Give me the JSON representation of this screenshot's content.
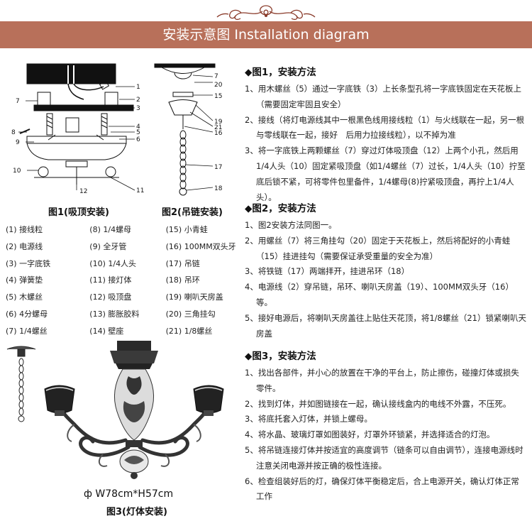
{
  "header": {
    "title": "安装示意图 Installation diagram"
  },
  "figure1": {
    "caption": "图1(吸顶安装)",
    "callouts": [
      "7",
      "1",
      "2",
      "3",
      "8",
      "4",
      "5",
      "9",
      "6",
      "10",
      "12",
      "11"
    ]
  },
  "figure2": {
    "caption": "图2(吊链安装)",
    "callouts": [
      "7",
      "20",
      "15",
      "19",
      "21",
      "16",
      "17",
      "18"
    ]
  },
  "parts_list": [
    [
      "(1) 接线粒",
      "(8) 1/4螺母",
      "(15) 小青蛙"
    ],
    [
      "(2) 电源线",
      "(9) 全牙管",
      "(16) 100MM双头牙"
    ],
    [
      "(3) 一字底铁",
      "(10) 1/4人头",
      "(17) 吊链"
    ],
    [
      "(4) 弹簧垫",
      "(11) 接灯体",
      "(18) 吊环"
    ],
    [
      "(5) 木螺丝",
      "(12) 吸顶盘",
      "(19) 喇叭天房盖"
    ],
    [
      "(6) 4分螺母",
      "(13) 膨胀胶料",
      "(20) 三角挂勾"
    ],
    [
      "(7) 1/4螺丝",
      "(14) 壁座",
      "(21) 1/8螺丝"
    ]
  ],
  "section1": {
    "title": "◆图1，安装方法",
    "steps": [
      "1、用木螺丝（5）通过一字底铁（3）上长条型孔将一字底铁固定在天花板上（需要固定牢固且安全）",
      "2、接线（将灯电源线其中一根黑色线用接线粒（1）与火线联在一起，另一根与零线联在一起，接好　后用力拉接线粒），以不掉为准",
      "3、将一字底铁上两颗螺丝（7）穿过灯体吸顶盘（12）上两个小孔，然后用1/4人头（10）固定紧吸顶盘（如1/4螺丝（7）过长，1/4人头（10）拧至底后锁不紧，可将零件包里备件，1/4螺母(8)拧紧吸顶盘，再拧上1/4人头）。"
    ]
  },
  "section2": {
    "title": "◆图2，安装方法",
    "steps": [
      "1、图2安装方法同图一。",
      "2、用螺丝（7）将三角挂勾（20）固定于天花板上，然后将配好的小青蛙（15）挂进挂勾（需要保证承受重量的安全为准）",
      "3、将铁链（17）两端拝开，挂进吊环（18）",
      "4、电源线（2）穿吊链，吊环、喇叭天房盖（19）、100MM双头牙（16）等。",
      "5、接好电源后，将喇叭天房盖往上贴住天花顶，将1/8螺丝（21）锁紧喇叭天房盖"
    ]
  },
  "section3": {
    "title": "◆图3，安装方法",
    "steps": [
      "1、找出各部件，并小心的放置在干净的平台上，防止擦伤，碰撞灯体或损失零件。",
      "2、找到灯体，并如图链接在一起，确认接线盒内的电线不外露，不压死。",
      "3、将底托套入灯体，并锁上螺母。",
      "4、将水晶、玻璃灯罩如图装好，灯罩外环锁紧，并选择适合的灯泡。",
      "5、将吊链连接灯体并按适宜的高度调节（链条可以自由调节），连接电源线时注意关闭电源并按正确的极性连接。",
      "6、检查组装好后的灯，确保灯体平衡稳定后，合上电源开关，确认灯体正常工作"
    ]
  },
  "figure3": {
    "dimensions": "ф W78cm*H57cm",
    "caption": "图3(灯体安装)"
  }
}
